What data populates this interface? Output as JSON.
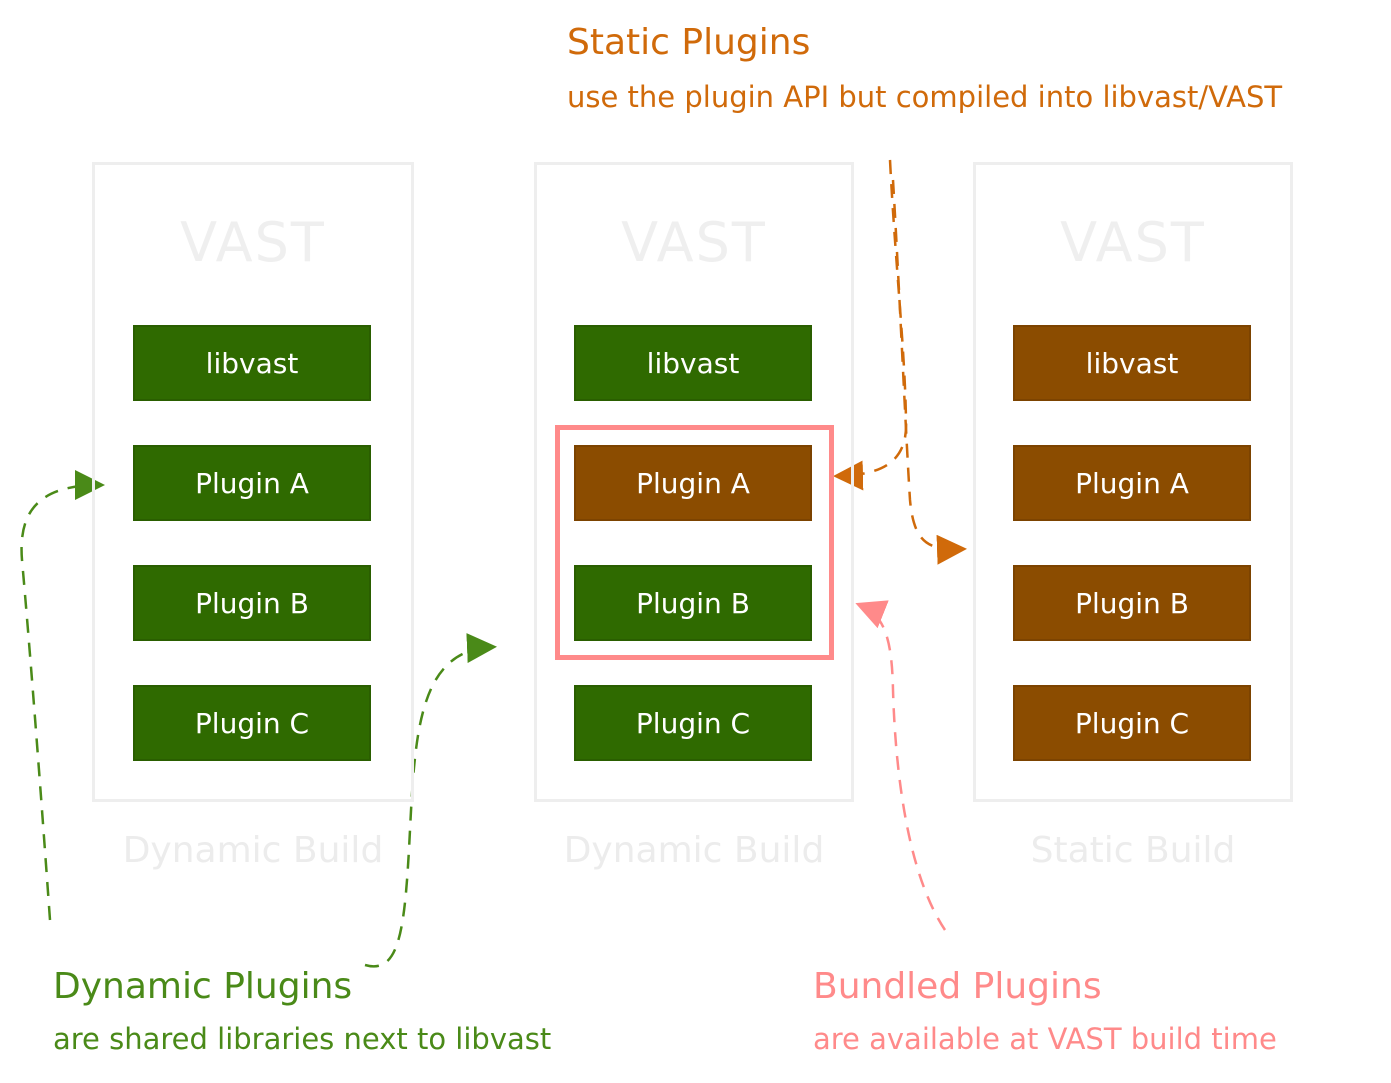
{
  "static_plugins": {
    "title": "Static Plugins",
    "subtitle": "use the plugin API but compiled into libvast/VAST",
    "color": "#d06a0a"
  },
  "dynamic_plugins": {
    "title": "Dynamic Plugins",
    "subtitle": "are shared libraries next to libvast",
    "color": "#4a8a18"
  },
  "bundled_plugins": {
    "title": "Bundled Plugins",
    "subtitle": "are available at VAST build time",
    "color": "#ff8a8a"
  },
  "builds": [
    {
      "title": "VAST",
      "label": "Dynamic Build",
      "components": [
        {
          "label": "libvast",
          "kind": "green"
        },
        {
          "label": "Plugin A",
          "kind": "green"
        },
        {
          "label": "Plugin B",
          "kind": "green"
        },
        {
          "label": "Plugin C",
          "kind": "green"
        }
      ]
    },
    {
      "title": "VAST",
      "label": "Dynamic Build",
      "components": [
        {
          "label": "libvast",
          "kind": "green"
        },
        {
          "label": "Plugin A",
          "kind": "brown"
        },
        {
          "label": "Plugin B",
          "kind": "green"
        },
        {
          "label": "Plugin C",
          "kind": "green"
        }
      ]
    },
    {
      "title": "VAST",
      "label": "Static Build",
      "components": [
        {
          "label": "libvast",
          "kind": "brown"
        },
        {
          "label": "Plugin A",
          "kind": "brown"
        },
        {
          "label": "Plugin B",
          "kind": "brown"
        },
        {
          "label": "Plugin C",
          "kind": "brown"
        }
      ]
    }
  ]
}
